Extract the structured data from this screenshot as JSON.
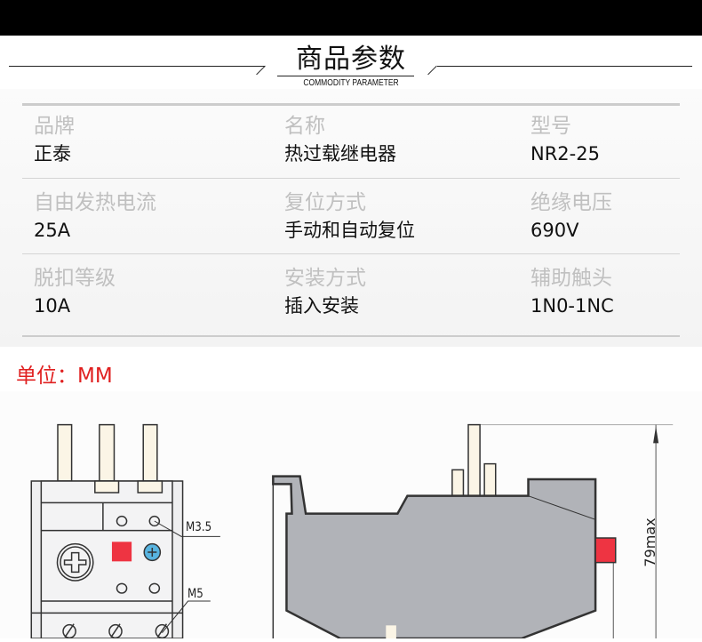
{
  "header": {
    "title": "商品参数",
    "subtitle": "COMMODITY PARAMETER"
  },
  "params": [
    [
      {
        "label": "品牌",
        "value": "正泰"
      },
      {
        "label": "名称",
        "value": "热过载继电器"
      },
      {
        "label": "型号",
        "value": "NR2-25"
      }
    ],
    [
      {
        "label": "自由发热电流",
        "value": "25A"
      },
      {
        "label": "复位方式",
        "value": "手动和自动复位"
      },
      {
        "label": "绝缘电压",
        "value": "690V"
      }
    ],
    [
      {
        "label": "脱扣等级",
        "value": "10A"
      },
      {
        "label": "安装方式",
        "value": "插入安装"
      },
      {
        "label": "辅助触头",
        "value": "1N0-1NC"
      }
    ]
  ],
  "unit": "单位：MM",
  "diagram": {
    "m35": "M3.5",
    "m5": "M5",
    "height_dim": "79max"
  },
  "colors": {
    "accent_red": "#e02020",
    "body_gray": "#b1b3b8",
    "indicator_red": "#ee3442",
    "screw_blue": "#58b4e0"
  }
}
